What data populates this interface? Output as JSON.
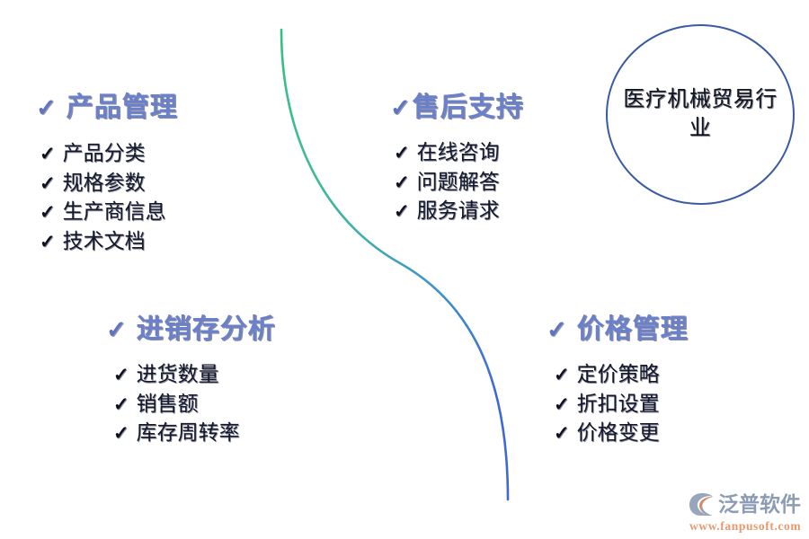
{
  "page": {
    "background": "#ffffff",
    "heading_color": "#6b80cb",
    "list_color": "#13182c",
    "divider_start_color": "#4cc18c",
    "divider_end_color": "#3e7ed0",
    "circle_border_color": "#3a5ba4"
  },
  "industry_circle": {
    "label": "医疗机械贸易行业"
  },
  "quadrants": [
    {
      "id": "product",
      "heading": "产品管理",
      "heading_tick": "✓",
      "items": [
        {
          "tick": "✓",
          "label": "产品分类"
        },
        {
          "tick": "✓",
          "label": "规格参数"
        },
        {
          "tick": "✓",
          "label": "生产商信息"
        },
        {
          "tick": "✓",
          "label": "技术文档"
        }
      ]
    },
    {
      "id": "aftersales",
      "heading": "售后支持",
      "heading_tick": "✓",
      "items": [
        {
          "tick": "✓",
          "label": "在线咨询"
        },
        {
          "tick": "✓",
          "label": "问题解答"
        },
        {
          "tick": "✓",
          "label": "服务请求"
        }
      ]
    },
    {
      "id": "inventory",
      "heading": "进销存分析",
      "heading_tick": "✓",
      "items": [
        {
          "tick": "✓",
          "label": "进货数量"
        },
        {
          "tick": "✓",
          "label": "销售额"
        },
        {
          "tick": "✓",
          "label": "库存周转率"
        }
      ]
    },
    {
      "id": "pricing",
      "heading": "价格管理",
      "heading_tick": "✓",
      "items": [
        {
          "tick": "✓",
          "label": "定价策略"
        },
        {
          "tick": "✓",
          "label": "折扣设置"
        },
        {
          "tick": "✓",
          "label": "价格变更"
        }
      ]
    }
  ],
  "brand": {
    "name": "泛普软件",
    "url": "www.fanpusoft.com",
    "mark_color_body": "#98a6bd",
    "mark_color_accent": "#e08a52",
    "name_color": "#8d9cb5",
    "url_color": "#e79a6e"
  }
}
